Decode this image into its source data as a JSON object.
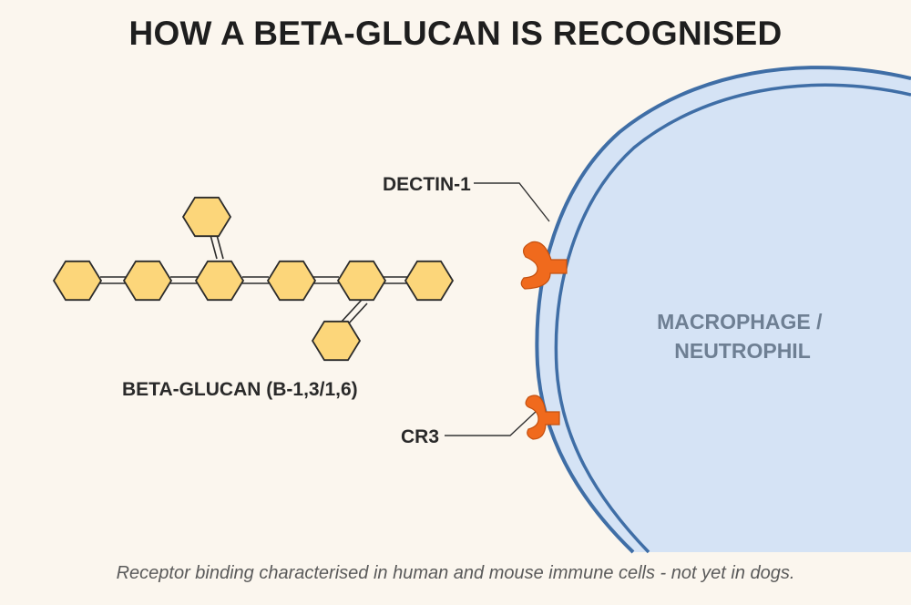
{
  "title": "HOW A BETA-GLUCAN IS RECOGNISED",
  "labels": {
    "molecule": "BETA-GLUCAN (B-1,3/1,6)",
    "cell": [
      "MACROPHAGE /",
      "NEUTROPHIL"
    ],
    "receptor_top": "DECTIN-1",
    "receptor_bottom": "CR3"
  },
  "caption": "Receptor binding characterised in human and mouse immune cells - not yet in dogs.",
  "colors": {
    "background": "#fbf6ee",
    "sugar_fill": "#fcd67a",
    "sugar_stroke": "#2b2b2b",
    "cell_fill": "#d5e3f5",
    "cell_membrane": "#3f6ea6",
    "receptor": "#f06a1d",
    "cell_text": "#6e7f93"
  }
}
